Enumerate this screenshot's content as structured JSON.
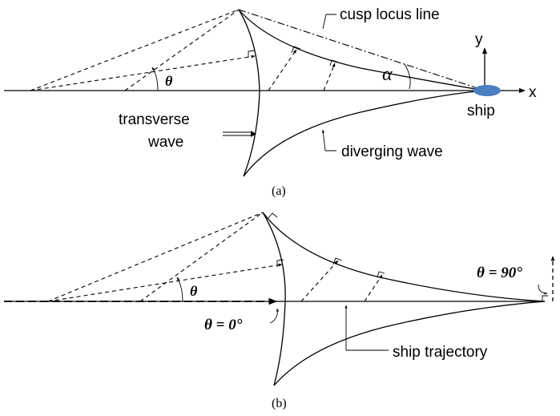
{
  "panel_a": {
    "caption": "(a)",
    "labels": {
      "cusp_locus": "cusp locus line",
      "transverse_line1": "transverse",
      "transverse_line2": "wave",
      "diverging": "diverging wave",
      "ship": "ship",
      "x_axis": "x",
      "y_axis": "y",
      "theta": "θ",
      "alpha": "α"
    },
    "colors": {
      "ship": "#4a7fc1"
    }
  },
  "panel_b": {
    "caption": "(b)",
    "labels": {
      "theta": "θ",
      "theta_zero": "θ = 0°",
      "theta_ninety": "θ = 90°",
      "ship_trajectory": "ship trajectory"
    }
  }
}
